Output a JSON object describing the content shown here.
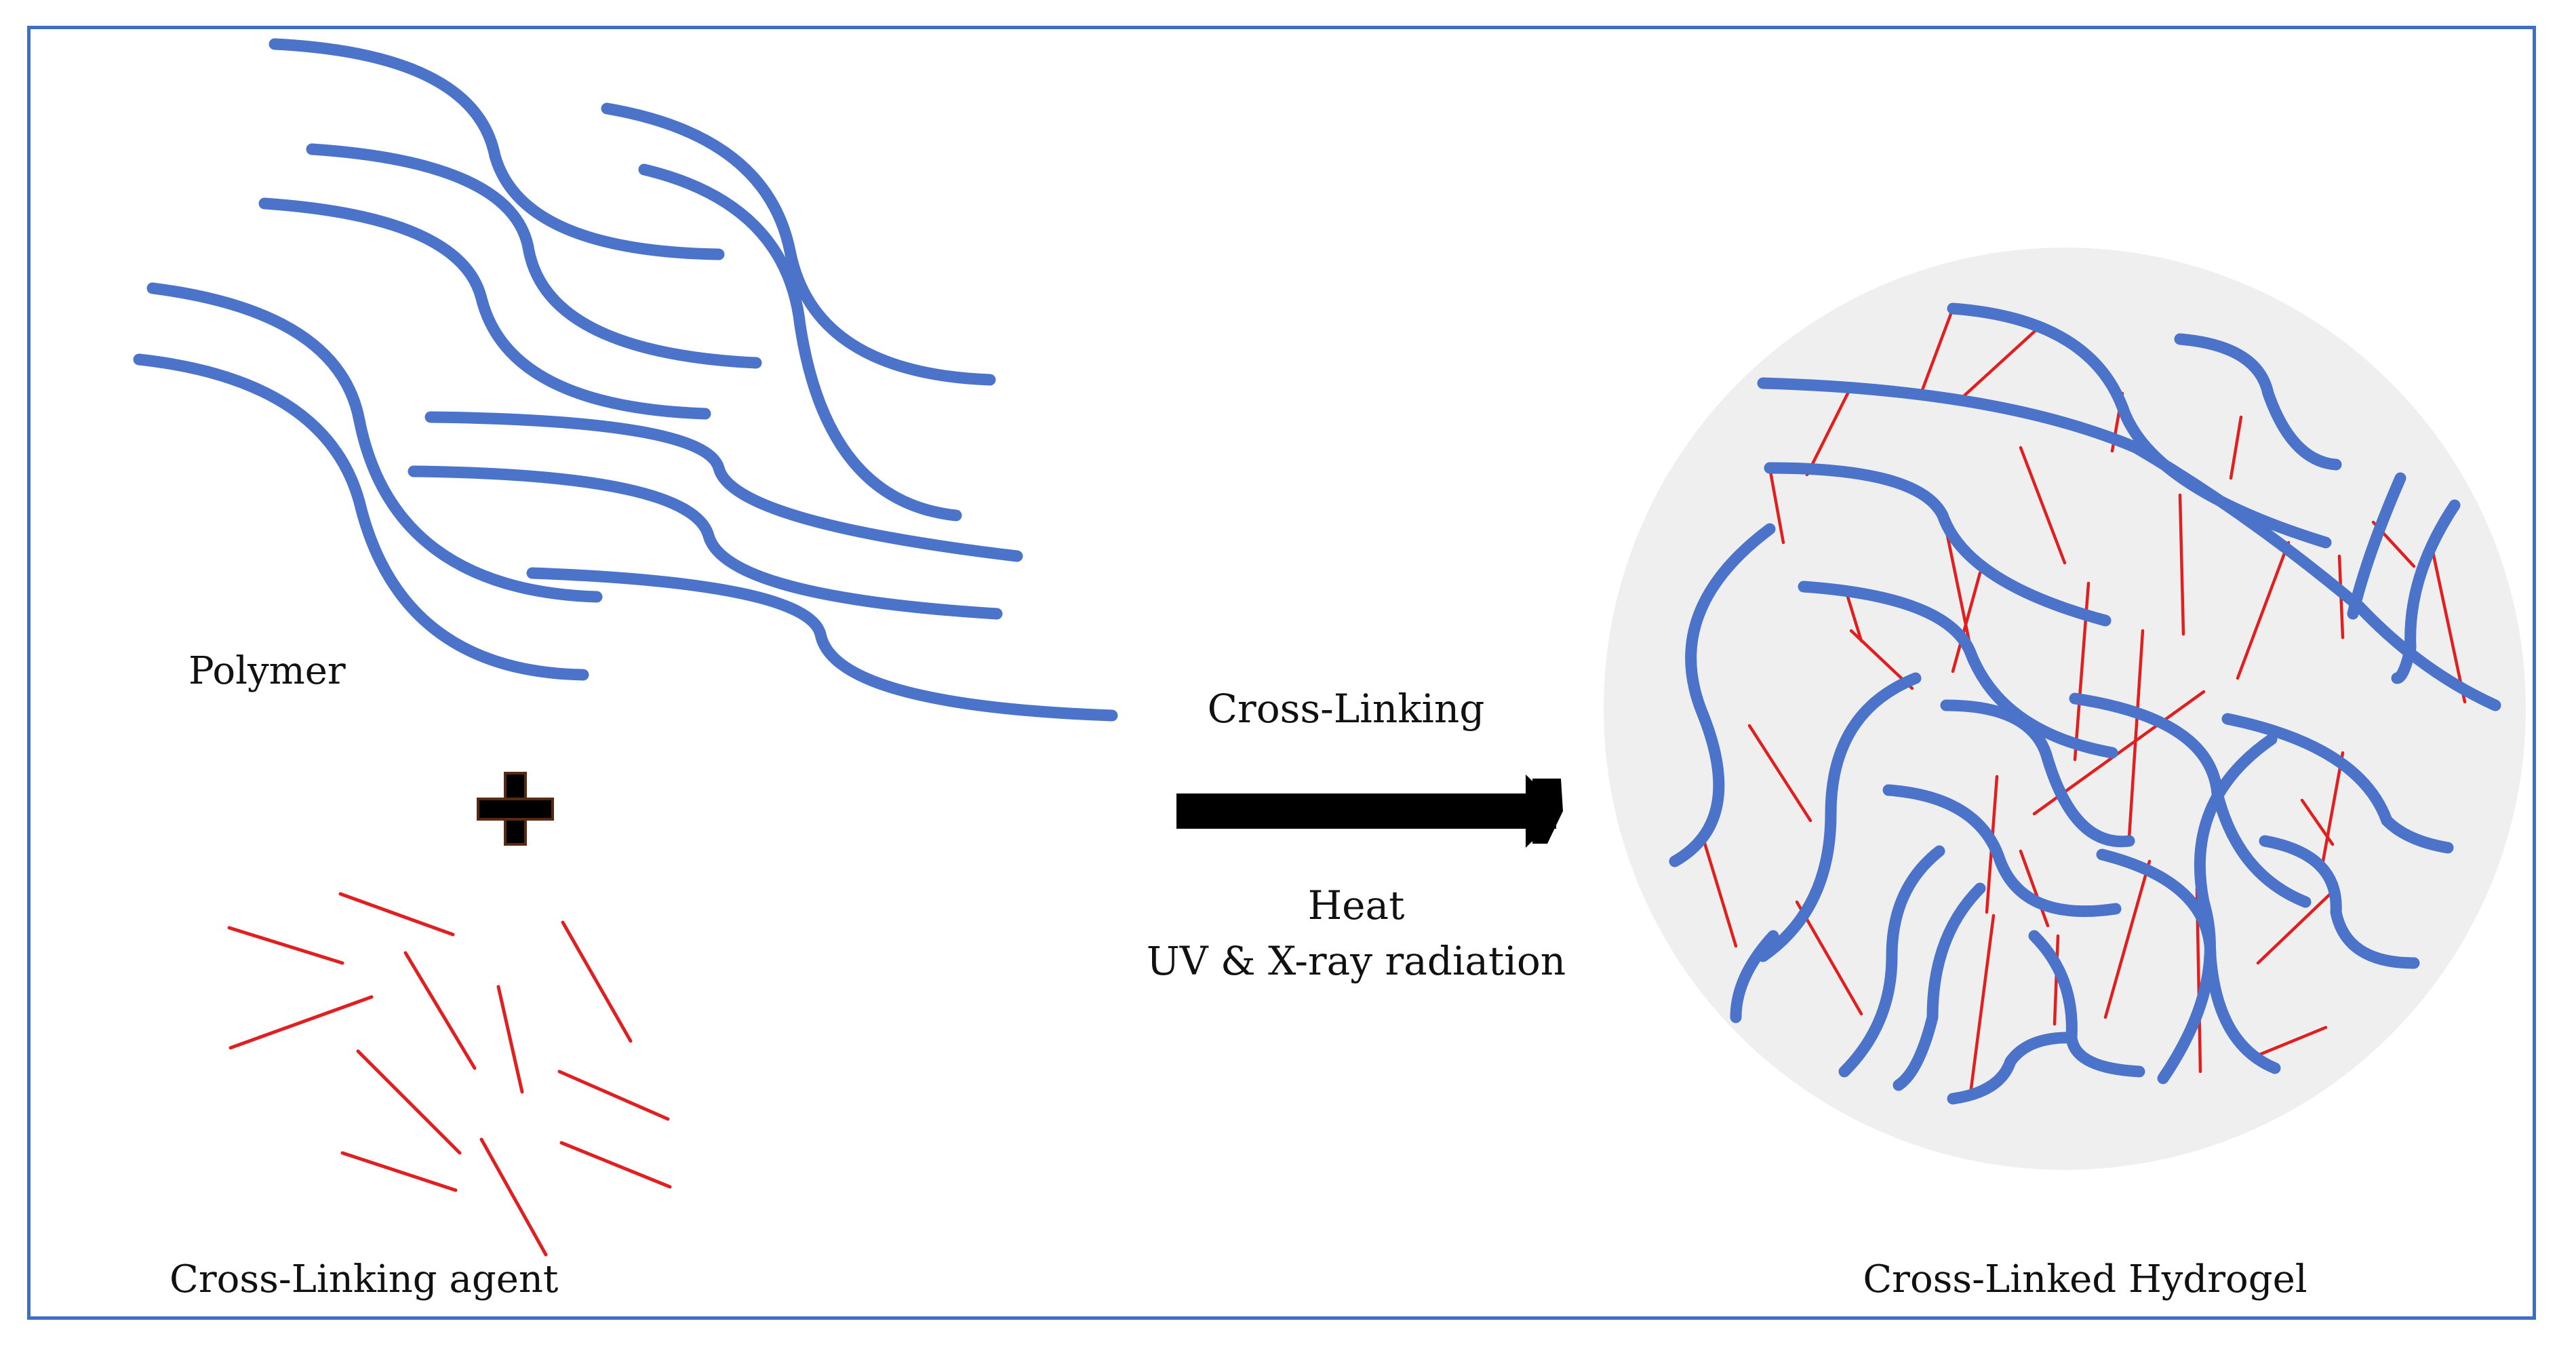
{
  "labels": {
    "polymer": "Polymer",
    "crosslinking_agent": "Cross-Linking agent",
    "process": "Cross-Linking",
    "condition_1": "Heat",
    "condition_2": "UV & X-ray radiation",
    "product": "Cross-Linked Hydrogel"
  },
  "colors": {
    "frame": "#3f6fc4",
    "polymer": "#4a73c9",
    "crosslinker": "#e02020",
    "arrow": "#000000",
    "gel_disc": "#efefef"
  },
  "icons": {
    "plus": "plus-icon",
    "arrow": "right-arrow-icon"
  }
}
